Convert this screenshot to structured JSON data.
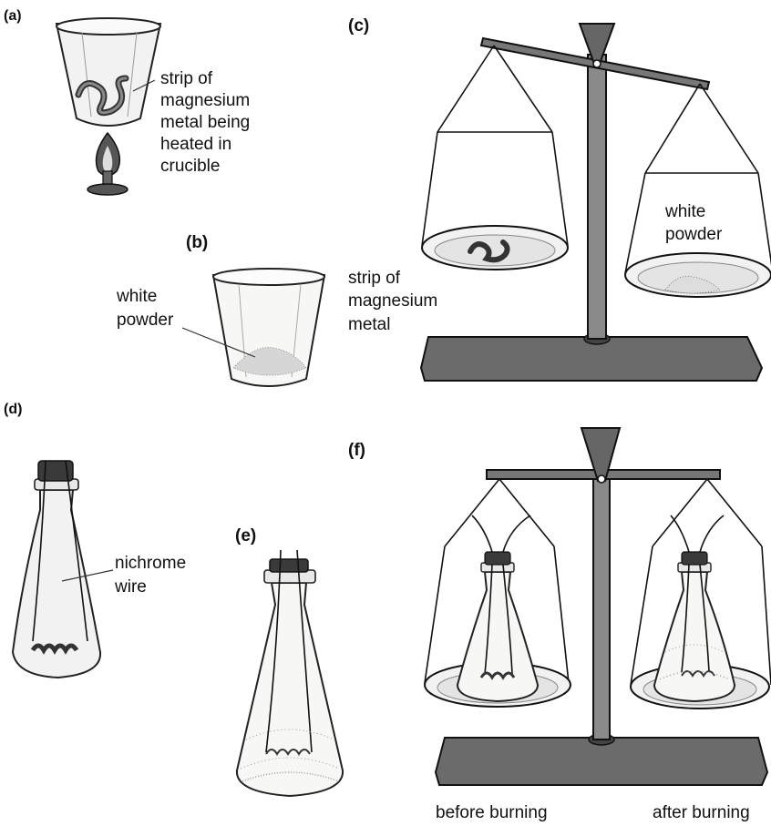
{
  "panels": {
    "a": "(a)",
    "b": "(b)",
    "c": "(c)",
    "d": "(d)",
    "e": "(e)",
    "f": "(f)"
  },
  "labels": {
    "a_line1": "strip of",
    "a_line2": "magnesium",
    "a_line3": "metal being",
    "a_line4": "heated in",
    "a_line5": "crucible",
    "b_line1": "white",
    "b_line2": "powder",
    "c_left_line1": "strip of",
    "c_left_line2": "magnesium",
    "c_left_line3": "metal",
    "c_right_line1": "white",
    "c_right_line2": "powder",
    "d_line1": "nichrome",
    "d_line2": "wire"
  },
  "captions": {
    "before": "before burning",
    "after": "after burning"
  },
  "colors": {
    "glass": "#f1f2f1",
    "metal": "#555555",
    "flame": "#444444",
    "outline": "#111111"
  }
}
